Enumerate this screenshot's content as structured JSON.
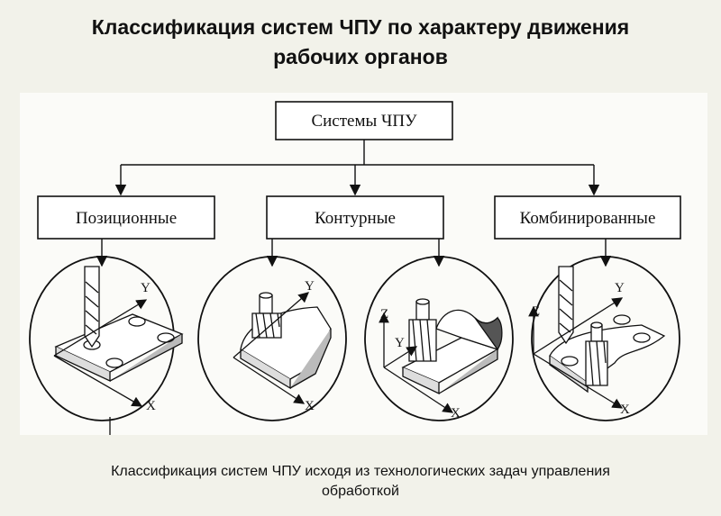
{
  "header": {
    "title_line1": "Классификация систем ЧПУ по характеру движения",
    "title_line2": "рабочих органов"
  },
  "diagram": {
    "root": "Системы ЧПУ",
    "children": [
      "Позиционные",
      "Контурные",
      "Комбинированные"
    ],
    "axis_labels": {
      "x": "X",
      "y": "Y",
      "z": "Z"
    }
  },
  "caption": {
    "line1": "Классификация систем ЧПУ исходя из технологических задач управления",
    "line2": "обработкой"
  },
  "colors": {
    "background": "#f2f2ea",
    "figure": "#fbfbf8",
    "ink": "#111111"
  }
}
